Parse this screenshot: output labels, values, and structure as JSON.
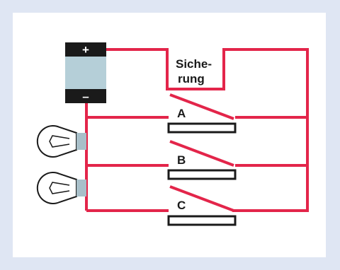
{
  "diagram": {
    "battery": {
      "plus": "+",
      "minus": "–"
    },
    "fuse": {
      "line1": "Siche-",
      "line2": "rung"
    },
    "switches": [
      {
        "label": "A"
      },
      {
        "label": "B"
      },
      {
        "label": "C"
      }
    ],
    "bulbs": 2,
    "colors": {
      "background": "#dfe6f3",
      "wire": "#e3254a",
      "battery_body": "#b5cfd8",
      "battery_terminal": "#1a1a1a",
      "bulb_socket": "#a8bfc9",
      "switch_contact": "#1a1a1a"
    }
  }
}
